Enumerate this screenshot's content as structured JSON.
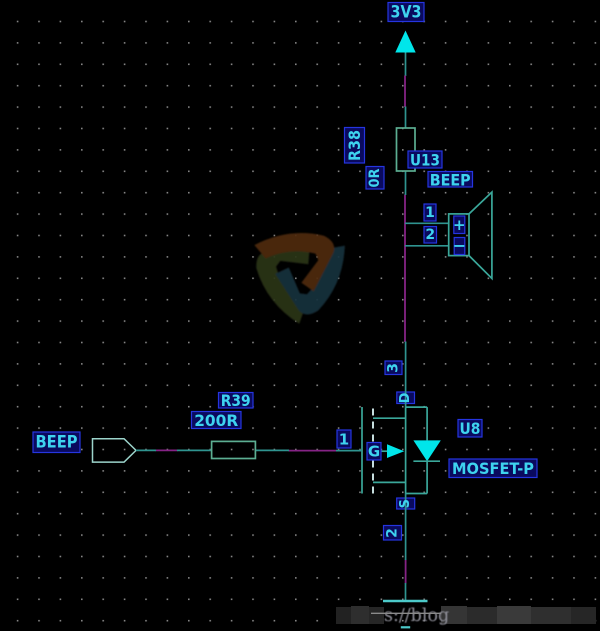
{
  "colors": {
    "bg": "#000000",
    "dot": "#858585",
    "wire": "#852385",
    "pin": "#2f9490",
    "sym": "#3aa79a",
    "res": "#5cae92",
    "port": "#9cd4cb",
    "cyan": "#00e6ea",
    "text": "#3ed3ef",
    "boxfill": "#0a0a5e",
    "boxborder": "#2535e0",
    "dash": "#c6dede",
    "power": "#4cc9c9",
    "wmtext": "#90909a",
    "strike": "#8a8a8a",
    "logo_orange": "#4f2a10",
    "logo_teal": "#17333d",
    "logo_olive": "#2c3418"
  },
  "power": {
    "top_net": "3V3"
  },
  "components": {
    "r38": {
      "ref": "R38",
      "value": "0R"
    },
    "buzzer": {
      "ref": "U13",
      "value": "BEEP",
      "pin1": "1",
      "pin2": "2",
      "plus": "+",
      "minus": "−"
    },
    "mosfet": {
      "ref": "U8",
      "value": "MOSFET-P",
      "pin_d_num": "3",
      "pin_d": "D",
      "pin_g_num": "1",
      "pin_g": "G",
      "pin_s": "S",
      "pin_s_num": "2"
    },
    "r39": {
      "ref": "R39",
      "value": "200R"
    },
    "port": {
      "label": "BEEP"
    }
  },
  "watermark": {
    "text": "s://blog"
  }
}
